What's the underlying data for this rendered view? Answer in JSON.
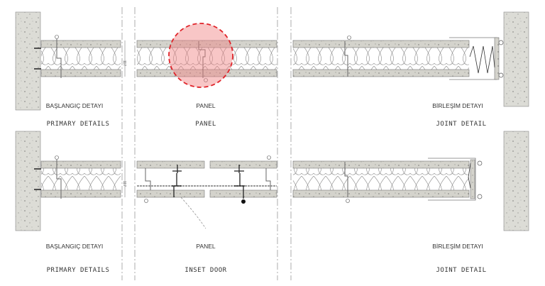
{
  "colors": {
    "highlight": "#e0242a",
    "highlight_fill": "#f3a3a3",
    "concrete": "#d6d6d0"
  },
  "dimension": "117",
  "rows": [
    {
      "start_label": "BAŞLANGIÇ DETAYI",
      "start_caption": "PRIMARY DETAILS",
      "middle_label": "PANEL",
      "middle_caption": "PANEL",
      "joint_label": "BİRLEŞİM DETAYI",
      "joint_caption": "JOINT DETAIL"
    },
    {
      "start_label": "BAŞLANGIÇ DETAYI",
      "start_caption": "PRIMARY DETAILS",
      "middle_label": "PANEL",
      "middle_caption": "INSET DOOR",
      "joint_label": "BİRLEŞİM DETAYI",
      "joint_caption": "JOINT DETAIL"
    }
  ]
}
